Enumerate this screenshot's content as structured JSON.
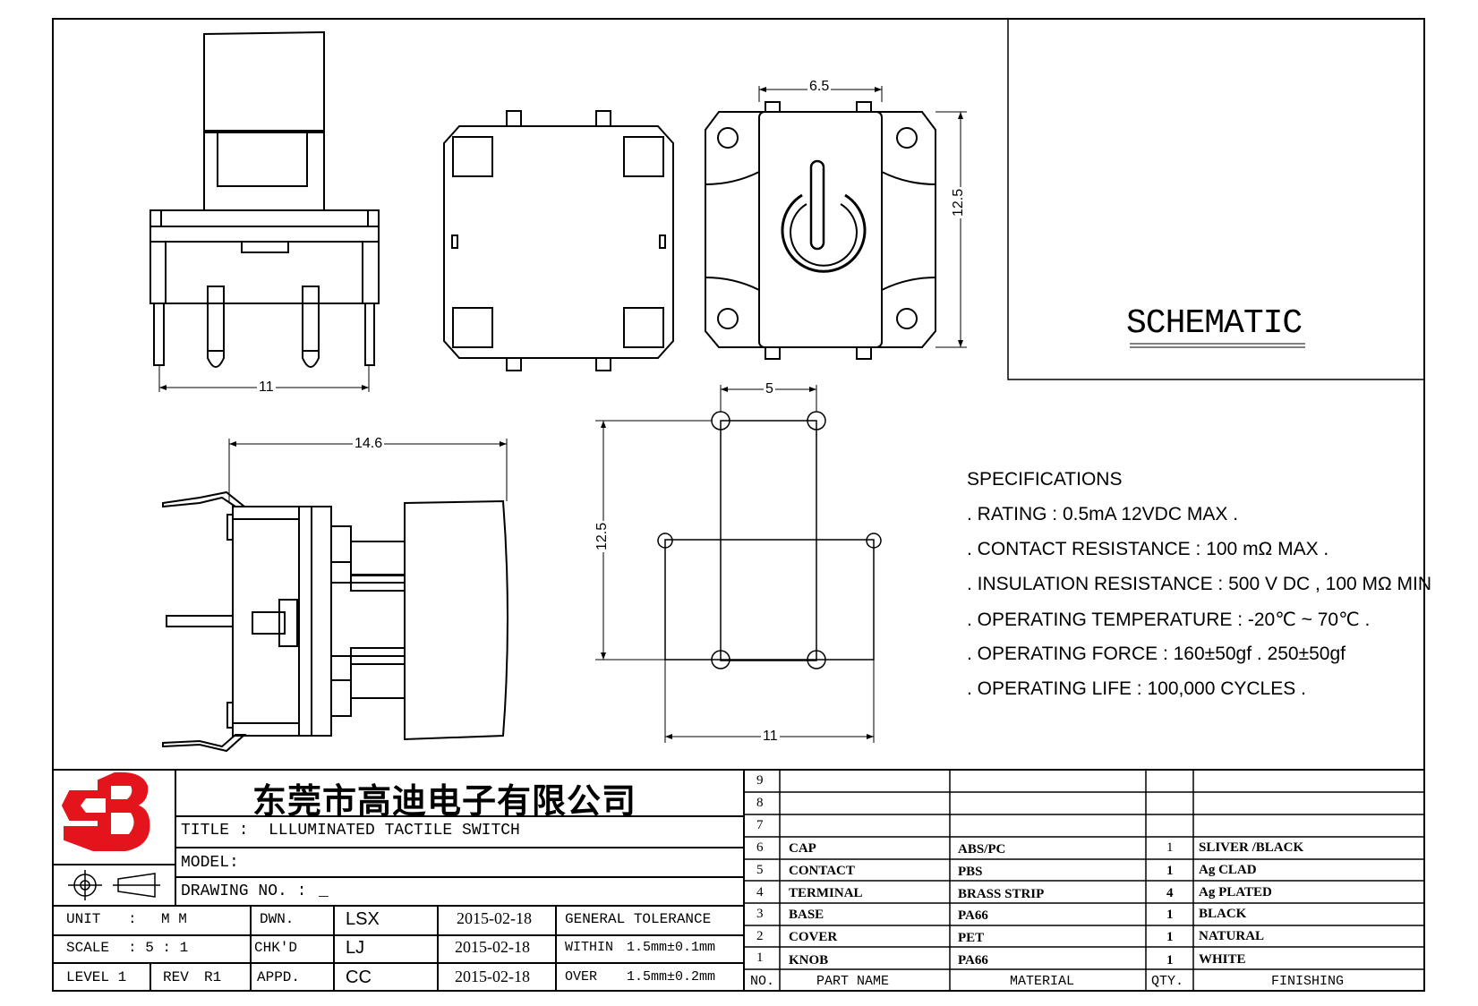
{
  "schematic_label": "SCHEMATIC",
  "dimensions": {
    "front_width": "11",
    "top_width": "6.5",
    "top_height": "12.5",
    "side_width": "14.6",
    "pcb_spacing_x": "5",
    "pcb_height": "12.5",
    "pcb_width": "11"
  },
  "specifications": {
    "heading": "SPECIFICATIONS",
    "items": [
      ". RATING : 0.5mA 12VDC MAX .",
      ". CONTACT RESISTANCE : 100 mΩ MAX .",
      ". INSULATION RESISTANCE : 500 V DC , 100 MΩ MIN",
      ". OPERATING TEMPERATURE : -20℃ ~ 70℃ .",
      ". OPERATING FORCE : 160±50gf . 250±50gf",
      ". OPERATING LIFE : 100,000 CYCLES ."
    ]
  },
  "title_block": {
    "company": "东莞市高迪电子有限公司",
    "title_label": "TITLE :",
    "title_value": "LLLUMINATED TACTILE SWITCH",
    "model_label": "MODEL:",
    "model_value": "",
    "drawing_no_label": "DRAWING NO. :",
    "drawing_no_value": "_",
    "unit_label": "UNIT",
    "unit_colon": ":",
    "unit_value": "M M",
    "scale_label": "SCALE",
    "scale_value": ":  5 : 1",
    "level_label": "LEVEL 1",
    "rev_label": "REV",
    "rev_value": "R1",
    "dwn_label": "DWN.",
    "dwn_name": "LSX",
    "dwn_date": "2015-02-18",
    "chkd_label": "CHK'D",
    "chkd_name": "LJ",
    "chkd_date": "2015-02-18",
    "appd_label": "APPD.",
    "appd_name": "CC",
    "appd_date": "2015-02-18",
    "tolerance_label": "GENERAL TOLERANCE",
    "within_label": "WITHIN",
    "within_value": "1.5mm±0.1mm",
    "over_label": "OVER",
    "over_value": "1.5mm±0.2mm"
  },
  "bom": {
    "header": {
      "no": "NO.",
      "part": "PART   NAME",
      "material": "MATERIAL",
      "qty": "QTY.",
      "finishing": "FINISHING"
    },
    "rows": [
      {
        "no": "9",
        "part": "",
        "material": "",
        "qty": "",
        "finishing": ""
      },
      {
        "no": "8",
        "part": "",
        "material": "",
        "qty": "",
        "finishing": ""
      },
      {
        "no": "7",
        "part": "",
        "material": "",
        "qty": "",
        "finishing": ""
      },
      {
        "no": "6",
        "part": "CAP",
        "material": "ABS/PC",
        "qty": "1",
        "finishing": "SLIVER /BLACK"
      },
      {
        "no": "5",
        "part": "CONTACT",
        "material": "PBS",
        "qty": "1",
        "finishing": "Ag CLAD"
      },
      {
        "no": "4",
        "part": "TERMINAL",
        "material": "BRASS STRIP",
        "qty": "4",
        "finishing": "Ag PLATED"
      },
      {
        "no": "3",
        "part": "BASE",
        "material": "PA66",
        "qty": "1",
        "finishing": "BLACK"
      },
      {
        "no": "2",
        "part": "COVER",
        "material": "PET",
        "qty": "1",
        "finishing": "NATURAL"
      },
      {
        "no": "1",
        "part": "KNOB",
        "material": "PA66",
        "qty": "1",
        "finishing": "WHITE"
      }
    ]
  },
  "colors": {
    "logo_red": "#e3141b",
    "line": "#000000"
  }
}
